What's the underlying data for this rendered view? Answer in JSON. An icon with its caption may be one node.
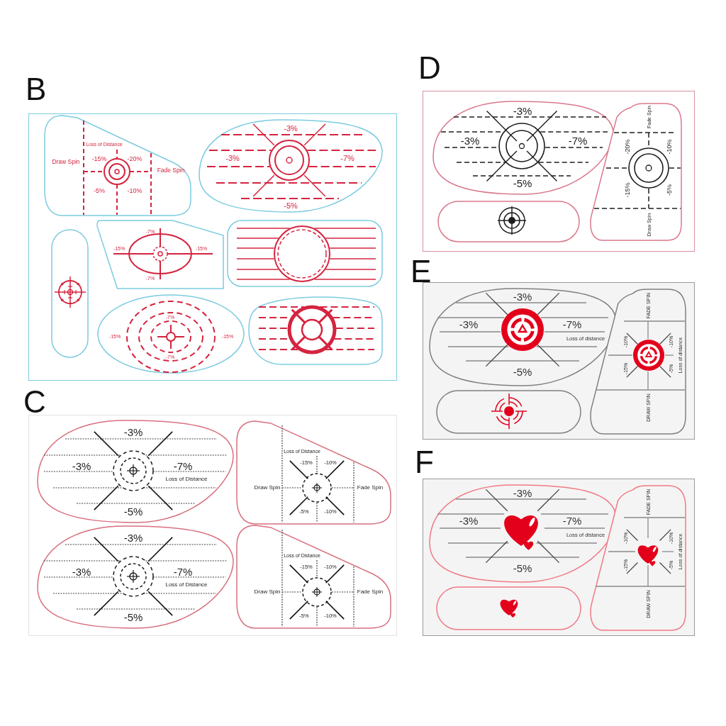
{
  "diagram": {
    "nodes": [
      {
        "text": [
          "B"
        ]
      },
      {
        "text": [
          "Draw Spin",
          "Loss of Distance",
          "-15%",
          "-20%",
          "Fade Spin",
          "-5%",
          "-10%"
        ],
        "in": 0
      },
      {
        "text": [
          "-3%",
          "-3%",
          "-7%",
          "-5%"
        ],
        "in": 0
      },
      {
        "text": [],
        "shape": "box",
        "in": 0
      },
      {
        "text": [
          "-7%",
          "-15%",
          "-15%",
          "-7%"
        ],
        "in": 0
      },
      {
        "text": [],
        "shape": "box",
        "in": 0
      },
      {
        "text": [
          "-7%",
          "-15%",
          "-15%",
          "-7%"
        ],
        "in": 0
      },
      {
        "text": [],
        "shape": "box",
        "in": 0
      },
      {
        "text": [
          "C"
        ]
      },
      {
        "text": [
          "-3%",
          "-3%",
          "-7%",
          "Loss of Distance",
          "-5%"
        ],
        "in": 8
      },
      {
        "text": [
          "Loss of Distance",
          "-15%",
          "-10%",
          "Draw Spin",
          "Fade Spin",
          "-5%",
          "-10%"
        ],
        "in": 8
      },
      {
        "text": [
          "-3%",
          "-3%",
          "-7%",
          "Loss of Distance",
          "-5%"
        ],
        "in": 8
      },
      {
        "text": [
          "Loss of Distance",
          "-15%",
          "-10%",
          "Draw Spin",
          "Fade Spin",
          "-5%",
          "-10%"
        ],
        "in": 8
      },
      {
        "text": [
          "D"
        ]
      },
      {
        "text": [
          "-3%",
          "-3%",
          "-7%",
          "-5%"
        ],
        "in": 13
      },
      {
        "text": [],
        "shape": "box",
        "in": 13
      },
      {
        "text": [
          "Fade Spin",
          "-20%",
          "-10%",
          "-15%",
          "-5%",
          "Draw Spin"
        ],
        "in": 13
      },
      {
        "text": [
          "E"
        ]
      },
      {
        "text": [
          "-3%",
          "-3%",
          "-7%",
          "Loss of distance",
          "-5%"
        ],
        "in": 17
      },
      {
        "text": [],
        "shape": "box",
        "in": 17
      },
      {
        "text": [
          "FADE SPIN",
          "-10%",
          "-10%",
          "Loss of distance",
          "-15%",
          "-5%",
          "DRAW SPIN"
        ],
        "in": 17
      },
      {
        "text": [
          "F"
        ]
      },
      {
        "text": [
          "-3%",
          "-3%",
          "-7%",
          "Loss of distance",
          "-5%"
        ],
        "in": 21
      },
      {
        "text": [],
        "shape": "box",
        "in": 21
      },
      {
        "text": [
          "FADE SPIN",
          "-10%",
          "-10%",
          "Loss of distance",
          "-15%",
          "-5%",
          "DRAW SPIN"
        ],
        "in": 21
      }
    ]
  }
}
